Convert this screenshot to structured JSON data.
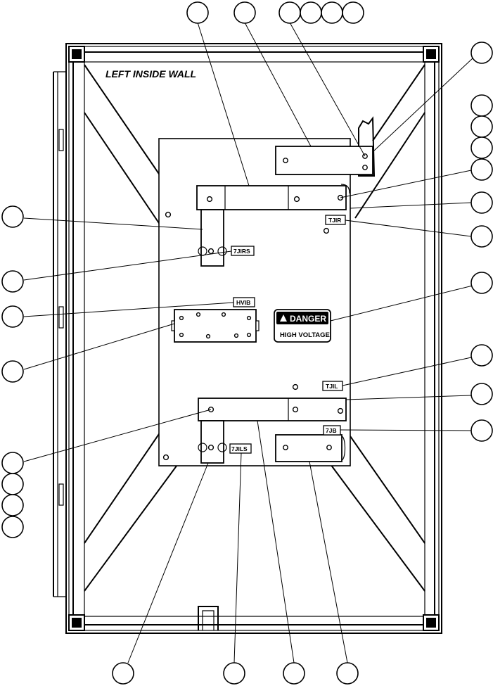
{
  "diagram": {
    "wall_title": "LEFT INSIDE WALL",
    "danger_sign": {
      "heading": "DANGER",
      "subtext": "HIGH VOLTAGE"
    },
    "tags": {
      "tjir": "TJIR",
      "jirs": "7JIRS",
      "hvib": "HVIB",
      "tjil": "TJIL",
      "jb": "7JB",
      "jils": "7JILS"
    }
  }
}
